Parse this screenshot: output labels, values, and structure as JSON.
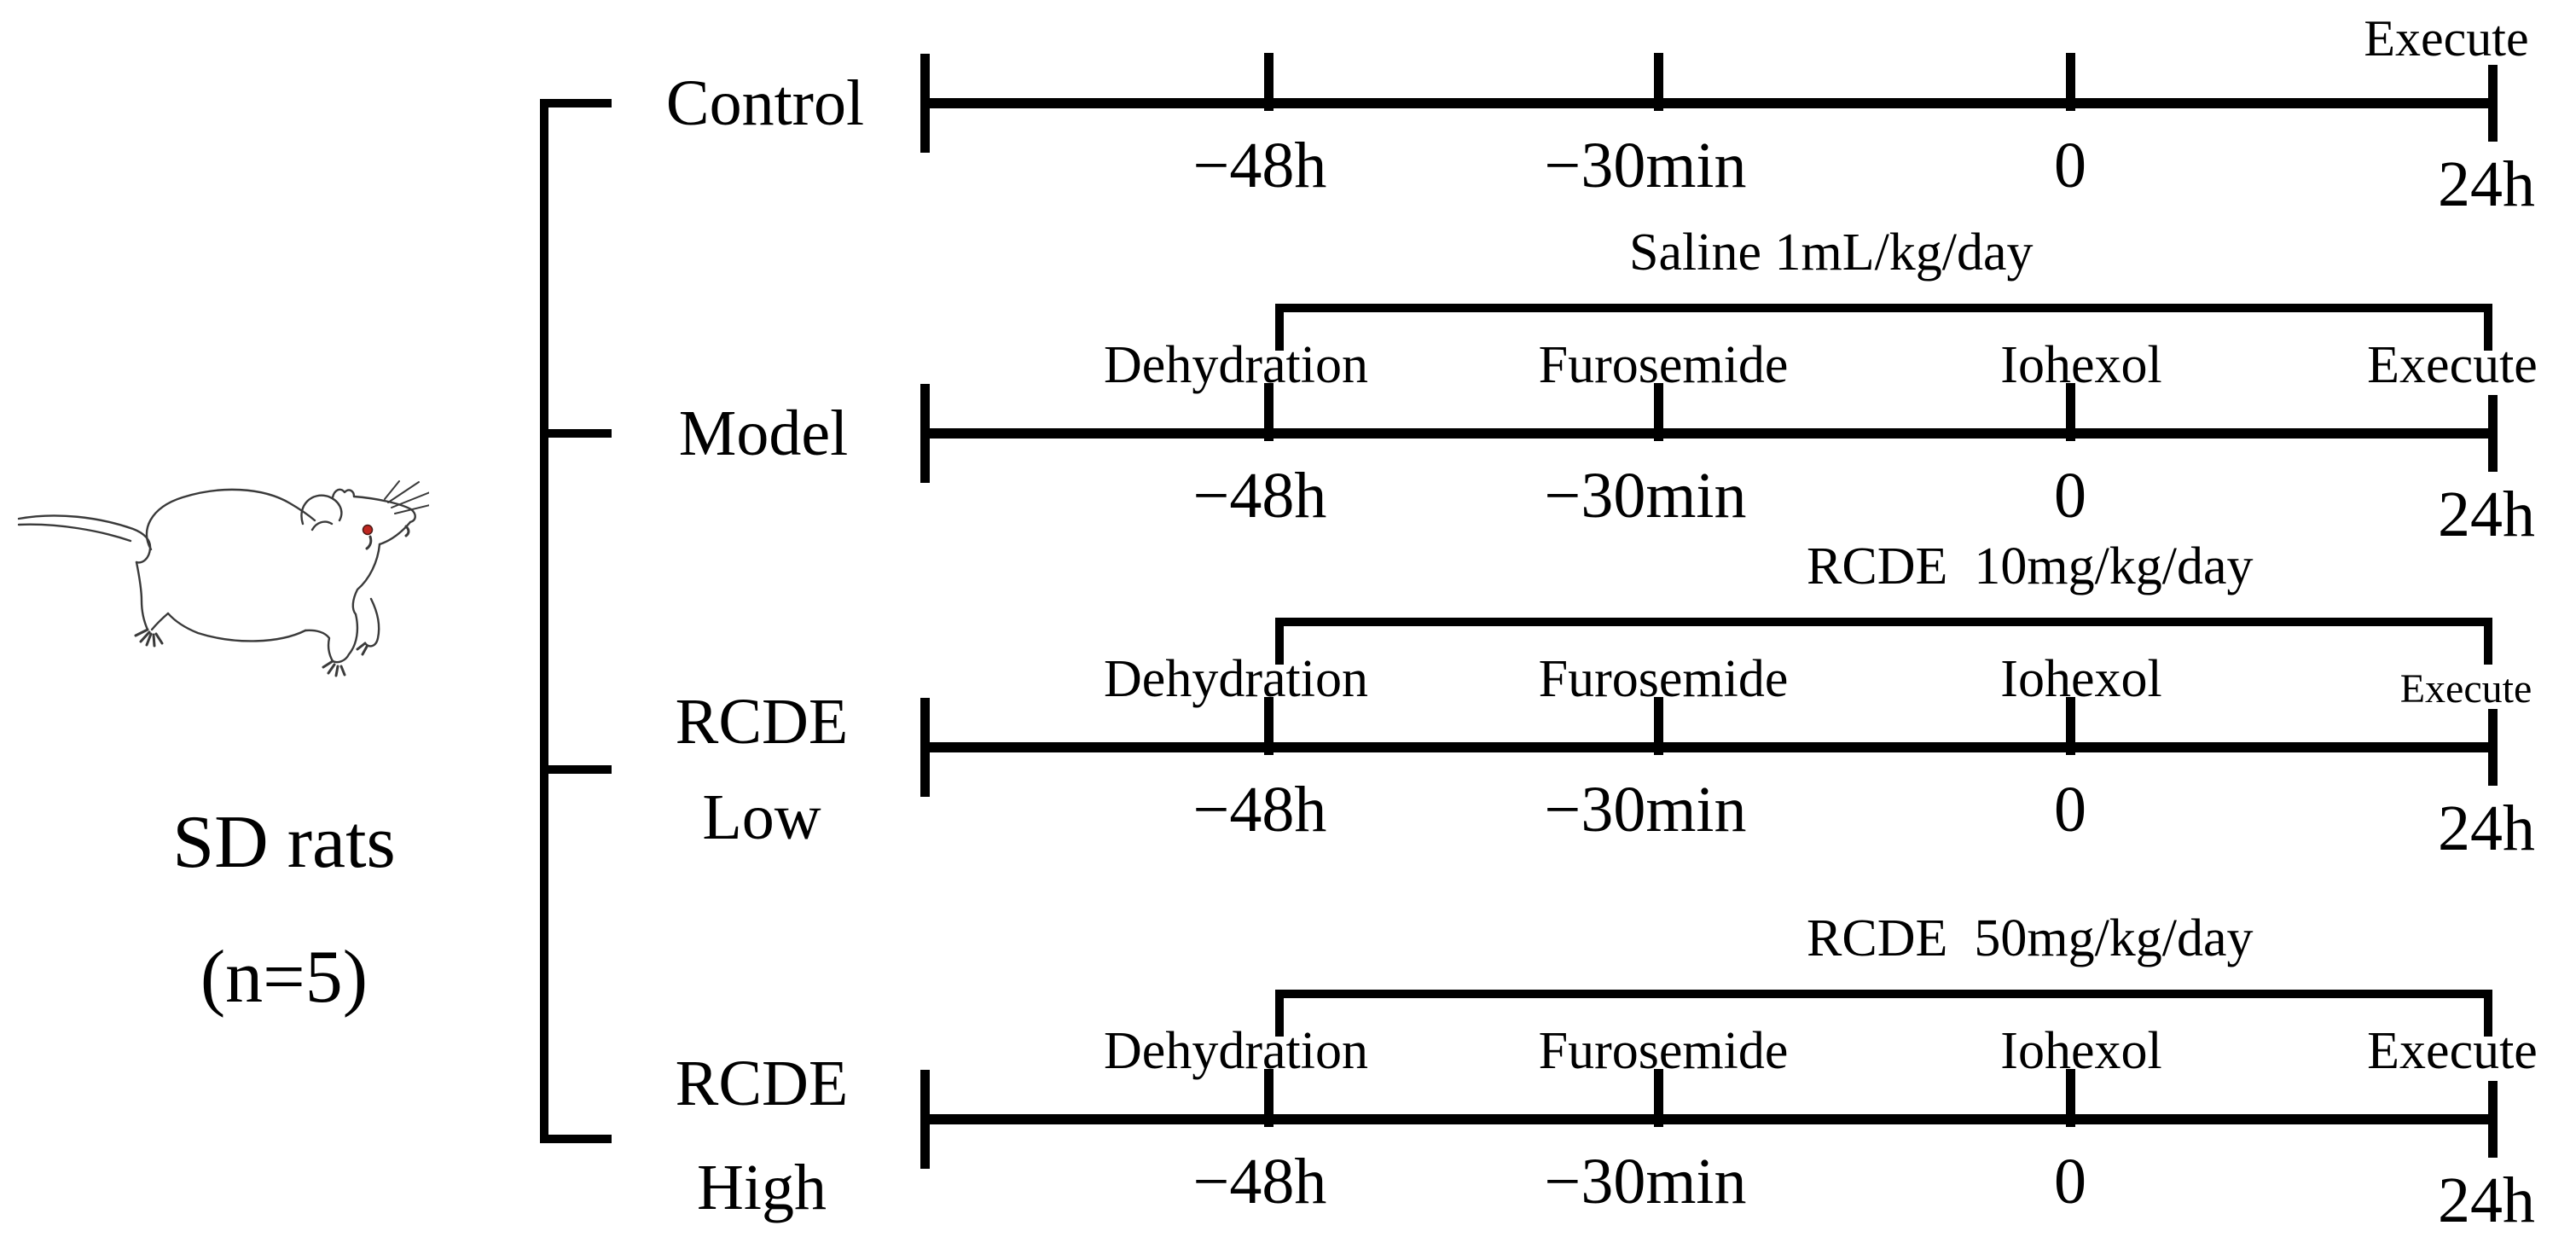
{
  "figure": {
    "kind": "experimental-timeline-diagram",
    "colors": {
      "line": "#000000",
      "background": "#ffffff",
      "rat_stroke": "#3a3a3a",
      "rat_eye": "#bf2620"
    }
  },
  "subject": {
    "species": "SD rats",
    "sample_size": "(n=5)",
    "icon": "rat-line-drawing"
  },
  "groups": [
    {
      "id": "control",
      "label_line1": "Control",
      "label_line2": "",
      "treatment": "",
      "events": {
        "dehydration": "",
        "furosemide": "",
        "iohexol": "",
        "execute": "Execute"
      },
      "ticks": [
        "−48h",
        "−30min",
        "0",
        "24h"
      ]
    },
    {
      "id": "model",
      "label_line1": "Model",
      "label_line2": "",
      "treatment": "Saline 1mL/kg/day",
      "events": {
        "dehydration": "Dehydration",
        "furosemide": "Furosemide",
        "iohexol": "Iohexol",
        "execute": "Execute"
      },
      "ticks": [
        "−48h",
        "−30min",
        "0",
        "24h"
      ]
    },
    {
      "id": "rcde-low",
      "label_line1": "RCDE",
      "label_line2": "Low",
      "treatment": "RCDE  10mg/kg/day",
      "events": {
        "dehydration": "Dehydration",
        "furosemide": "Furosemide",
        "iohexol": "Iohexol",
        "execute": "Execute"
      },
      "ticks": [
        "−48h",
        "−30min",
        "0",
        "24h"
      ]
    },
    {
      "id": "rcde-high",
      "label_line1": "RCDE",
      "label_line2": "High",
      "treatment": "RCDE  50mg/kg/day",
      "events": {
        "dehydration": "Dehydration",
        "furosemide": "Furosemide",
        "iohexol": "Iohexol",
        "execute": "Execute"
      },
      "ticks": [
        "−48h",
        "−30min",
        "0",
        "24h"
      ]
    }
  ]
}
